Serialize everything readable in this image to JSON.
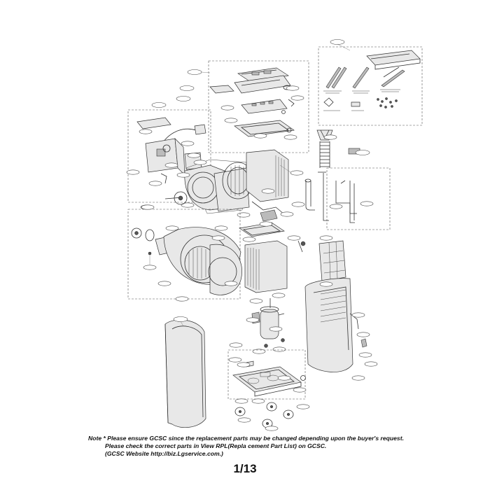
{
  "note": {
    "line1": "Note * Please ensure GCSC since the replacement parts may be changed depending upon the buyer's request.",
    "line2": "Please check  the correct parts in View RPL(Repla  cement Part List) on GCSC.",
    "line3": "(GCSC Website  http://biz.Lgservice.com.)"
  },
  "page_number": "1/13"
}
